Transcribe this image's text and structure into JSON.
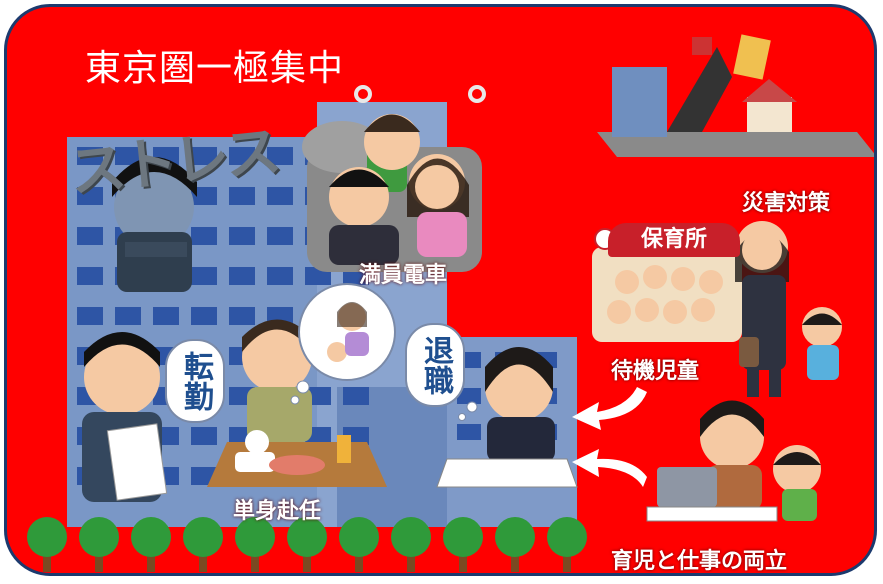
{
  "title": "東京圏一極集中",
  "stress_text": "ストレス",
  "labels": {
    "packed_train": "満員電車",
    "disaster": "災害対策",
    "waiting_children": "待機児童",
    "single_posting": "単身赴任",
    "work_childcare": "育児と仕事の両立"
  },
  "bubbles": {
    "transfer": "転勤",
    "retire": "退職"
  },
  "nursery_sign": "保育所",
  "colors": {
    "background": "#ff0000",
    "frame": "#1c3a6e",
    "building": "#6f8fbf",
    "window": "#2e55a5",
    "tree": "#2f9a3a"
  }
}
